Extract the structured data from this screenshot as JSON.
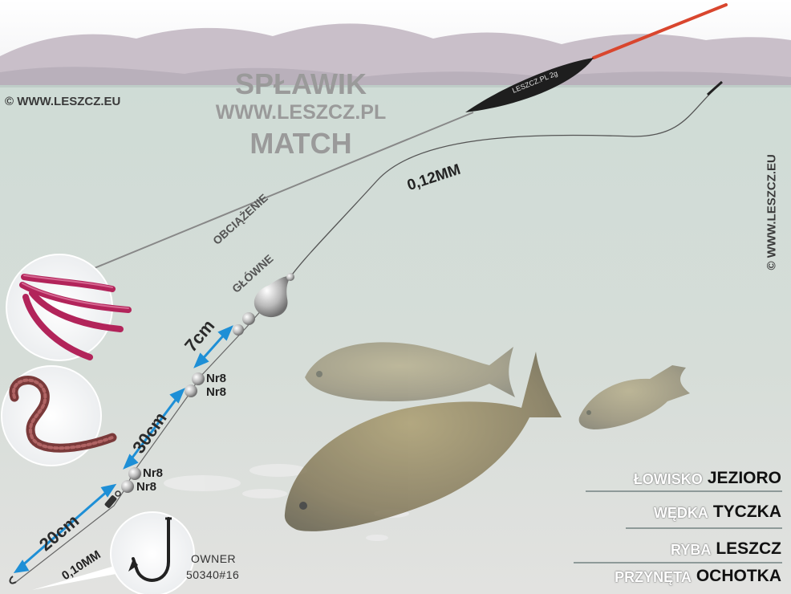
{
  "title": {
    "line1": "SPŁAWIK",
    "line2": "WWW.LESZCZ.PL",
    "line3": "MATCH"
  },
  "copyright_left": "© WWW.LESZCZ.EU",
  "copyright_right": "© WWW.LESZCZ.EU",
  "float_label": "LESZCZ.PL 2g",
  "line_main": "0,12MM",
  "line_leader": "0,10MM",
  "weight_label": {
    "line1": "OBCIĄŻENIE",
    "line2": "GŁÓWNE"
  },
  "distances": {
    "d1": "7cm",
    "d2": "30cm",
    "d3": "20cm"
  },
  "shots": {
    "upper1": "Nr8",
    "upper2": "Nr8",
    "lower1": "Nr8",
    "lower2": "Nr8"
  },
  "hook": {
    "brand": "OWNER",
    "model": "50340#16"
  },
  "info": [
    {
      "key": "ŁOWISKO",
      "value": "JEZIORO"
    },
    {
      "key": "WĘDKA",
      "value": "TYCZKA"
    },
    {
      "key": "RYBA",
      "value": "LESZCZ"
    },
    {
      "key": "PRZYNĘTA",
      "value": "OCHOTKA"
    }
  ],
  "colors": {
    "water": "#cfdcd6",
    "float_body": "#1e1e1e",
    "float_tip": "#d9462e",
    "arrow": "#1e8fd6",
    "bait": "#b2245a"
  }
}
